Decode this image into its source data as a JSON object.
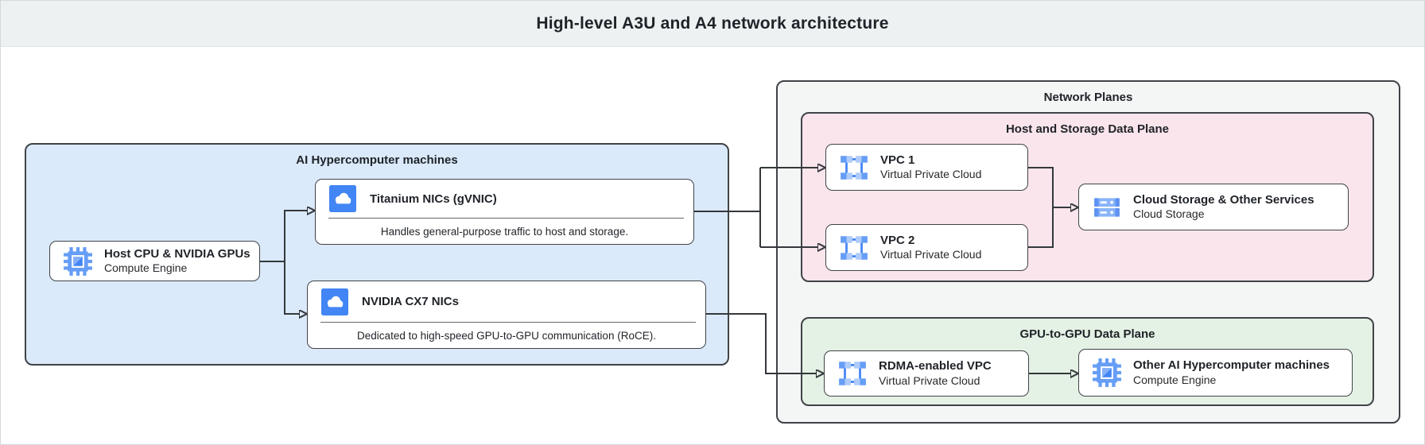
{
  "header": {
    "title": "High-level A3U and A4 network architecture"
  },
  "groups": {
    "ai_machines": {
      "title": "AI Hypercomputer machines"
    },
    "network_planes": {
      "title": "Network Planes"
    },
    "host_storage_plane": {
      "title": "Host and Storage Data Plane"
    },
    "gpu_plane": {
      "title": "GPU-to-GPU Data Plane"
    }
  },
  "cards": {
    "host_cpu": {
      "title": "Host CPU & NVIDIA GPUs",
      "subtitle": "Compute Engine",
      "icon": "compute-engine-icon"
    },
    "titanium_nic": {
      "title": "Titanium NICs (gVNIC)",
      "description": "Handles general-purpose traffic to host and storage.",
      "icon": "cloud-nic-icon"
    },
    "cx7_nic": {
      "title": "NVIDIA CX7 NICs",
      "description": "Dedicated to high-speed GPU-to-GPU communication (RoCE).",
      "icon": "cloud-nic-icon"
    },
    "vpc1": {
      "title": "VPC 1",
      "subtitle": "Virtual Private Cloud",
      "icon": "vpc-icon"
    },
    "vpc2": {
      "title": "VPC 2",
      "subtitle": "Virtual Private Cloud",
      "icon": "vpc-icon"
    },
    "cloud_storage": {
      "title": "Cloud Storage & Other Services",
      "subtitle": "Cloud Storage",
      "icon": "cloud-storage-icon"
    },
    "rdma_vpc": {
      "title": "RDMA-enabled VPC",
      "subtitle": "Virtual Private Cloud",
      "icon": "vpc-icon"
    },
    "other_ai": {
      "title": "Other AI Hypercomputer machines",
      "subtitle": "Compute Engine",
      "icon": "compute-engine-icon"
    }
  },
  "colors": {
    "header_bg": "#edf1f2",
    "ai_machines_bg": "#dbeafb",
    "network_planes_bg": "#f4f5f5",
    "host_storage_plane_bg": "#fbe5ec",
    "gpu_plane_bg": "#e4f1e5",
    "line": "#34383c",
    "icon_blue": "#4285f4",
    "icon_blue_medium": "#669df6",
    "icon_blue_light": "#aecbfa"
  }
}
